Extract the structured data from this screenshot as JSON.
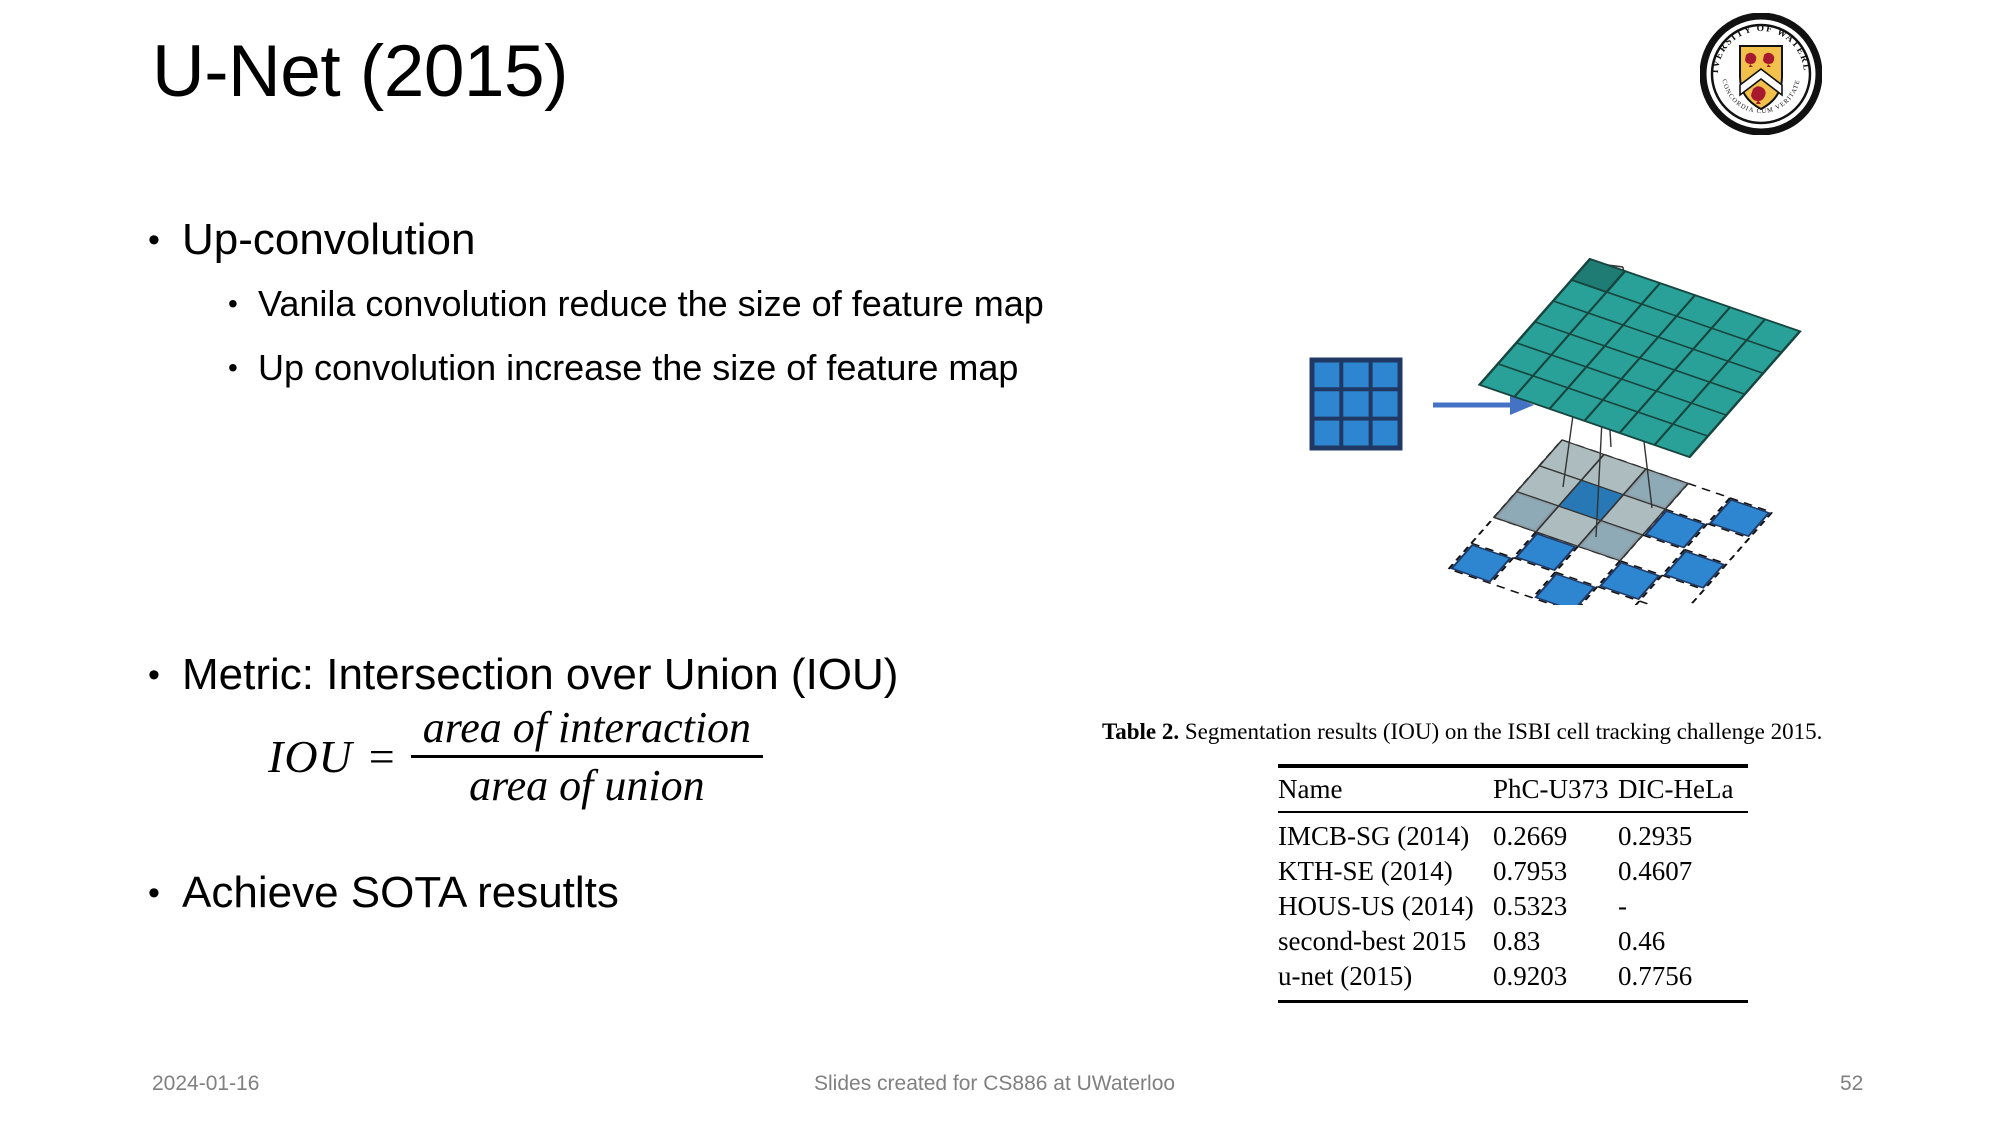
{
  "slide": {
    "title": "U-Net (2015)",
    "logo_alt": "university-of-waterloo-seal",
    "logo_text_top": "UNIVERSITY OF WATERLOO",
    "logo_text_bottom": "CONCORDIA CUM VERITATE"
  },
  "body": {
    "bullet1": "Up-convolution",
    "sub1": "Vanila convolution reduce the size of feature map",
    "sub2": "Up convolution increase the size of feature map",
    "bullet2": "Metric: Intersection over Union (IOU)",
    "bullet3": "Achieve SOTA resutlts",
    "bullet_glyph": "•"
  },
  "formula": {
    "lhs": "IOU",
    "equals": "=",
    "numerator": "area of interaction",
    "denominator": "area of union"
  },
  "table": {
    "caption_label": "Table 2.",
    "caption_text": "Segmentation results (IOU) on the ISBI cell tracking challenge 2015.",
    "headers": [
      "Name",
      "PhC-U373",
      "DIC-HeLa"
    ],
    "rows": [
      {
        "name": "IMCB-SG (2014)",
        "phc": "0.2669",
        "dic": "0.2935",
        "bold": false
      },
      {
        "name": "KTH-SE (2014)",
        "phc": "0.7953",
        "dic": "0.4607",
        "bold": false
      },
      {
        "name": "HOUS-US (2014)",
        "phc": "0.5323",
        "dic": "-",
        "bold": false
      },
      {
        "name": "second-best 2015",
        "phc": "0.83",
        "dic": "0.46",
        "bold": false
      },
      {
        "name": "u-net (2015)",
        "phc": "0.9203",
        "dic": "0.7756",
        "bold": true
      }
    ]
  },
  "footer": {
    "date": "2024-01-16",
    "center": "Slides created for CS886 at UWaterloo",
    "page": "52"
  },
  "diagram": {
    "name": "up-convolution-illustration",
    "input_grid_label": "3x3 input feature map",
    "output_grid_label": "upsampled output feature map",
    "colors": {
      "blue_fill": "#2E86D0",
      "blue_border": "#1F3864",
      "teal_fill": "#2AA198",
      "teal_dark": "#1F7C75",
      "teal_border": "#16463F",
      "arrow": "#4472C4",
      "gray_fill": "#9FB0B3",
      "dark_cell": "#2878B5"
    }
  },
  "theme": {
    "background": "#FFFFFF",
    "text": "#000000",
    "footer_text": "#808080",
    "accent_blue": "#2E86D0",
    "accent_teal": "#2AA198",
    "logo_gold": "#F2C14B",
    "logo_red": "#A6192E"
  }
}
